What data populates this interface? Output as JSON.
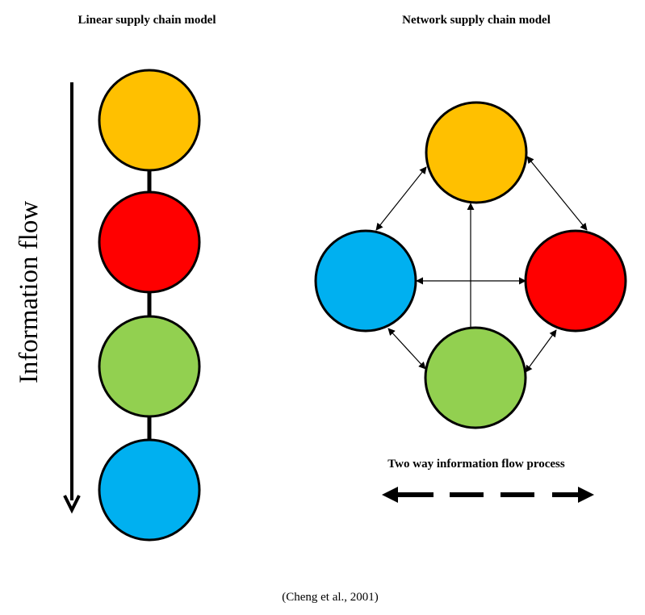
{
  "linear": {
    "title": "Linear supply chain model",
    "flow_label": "Information flow",
    "nodes": [
      {
        "name": "linear-node-orange",
        "color": "#FFC000"
      },
      {
        "name": "linear-node-red",
        "color": "#FF0000"
      },
      {
        "name": "linear-node-green",
        "color": "#92D050"
      },
      {
        "name": "linear-node-blue",
        "color": "#00B0F0"
      }
    ]
  },
  "network": {
    "title": "Network supply chain model",
    "nodes": [
      {
        "name": "network-node-orange",
        "color": "#FFC000"
      },
      {
        "name": "network-node-blue",
        "color": "#00B0F0"
      },
      {
        "name": "network-node-red",
        "color": "#FF0000"
      },
      {
        "name": "network-node-green",
        "color": "#92D050"
      }
    ],
    "legend": "Two way information flow process"
  },
  "citation": "(Cheng et al., 2001)"
}
